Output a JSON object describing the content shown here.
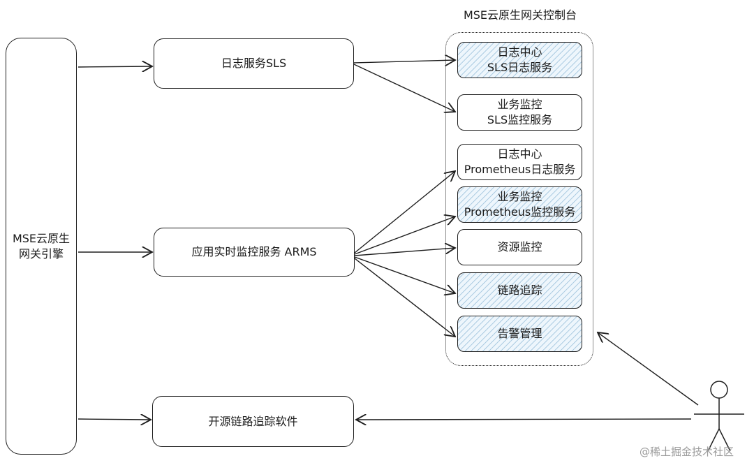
{
  "console": {
    "title": "MSE云原生网关控制台"
  },
  "engine": {
    "line1": "MSE云原生",
    "line2": "网关引擎"
  },
  "services": {
    "sls": "日志服务SLS",
    "arms": "应用实时监控服务 ARMS",
    "tracing": "开源链路追踪软件"
  },
  "consoleItems": {
    "slsLog": {
      "line1": "日志中心",
      "line2": "SLS日志服务"
    },
    "slsMonitor": {
      "line1": "业务监控",
      "line2": "SLS监控服务"
    },
    "promLog": {
      "line1": "日志中心",
      "line2": "Prometheus日志服务"
    },
    "promMonitor": {
      "line1": "业务监控",
      "line2": "Prometheus监控服务"
    },
    "resource": {
      "line1": "资源监控"
    },
    "trace": {
      "line1": "链路追踪"
    },
    "alert": {
      "line1": "告警管理"
    }
  },
  "watermark": "@稀土掘金技术社区",
  "colors": {
    "stroke": "#1e1e1e",
    "hatchFill": "#eef6fc",
    "watermark": "#9a9a9a"
  }
}
